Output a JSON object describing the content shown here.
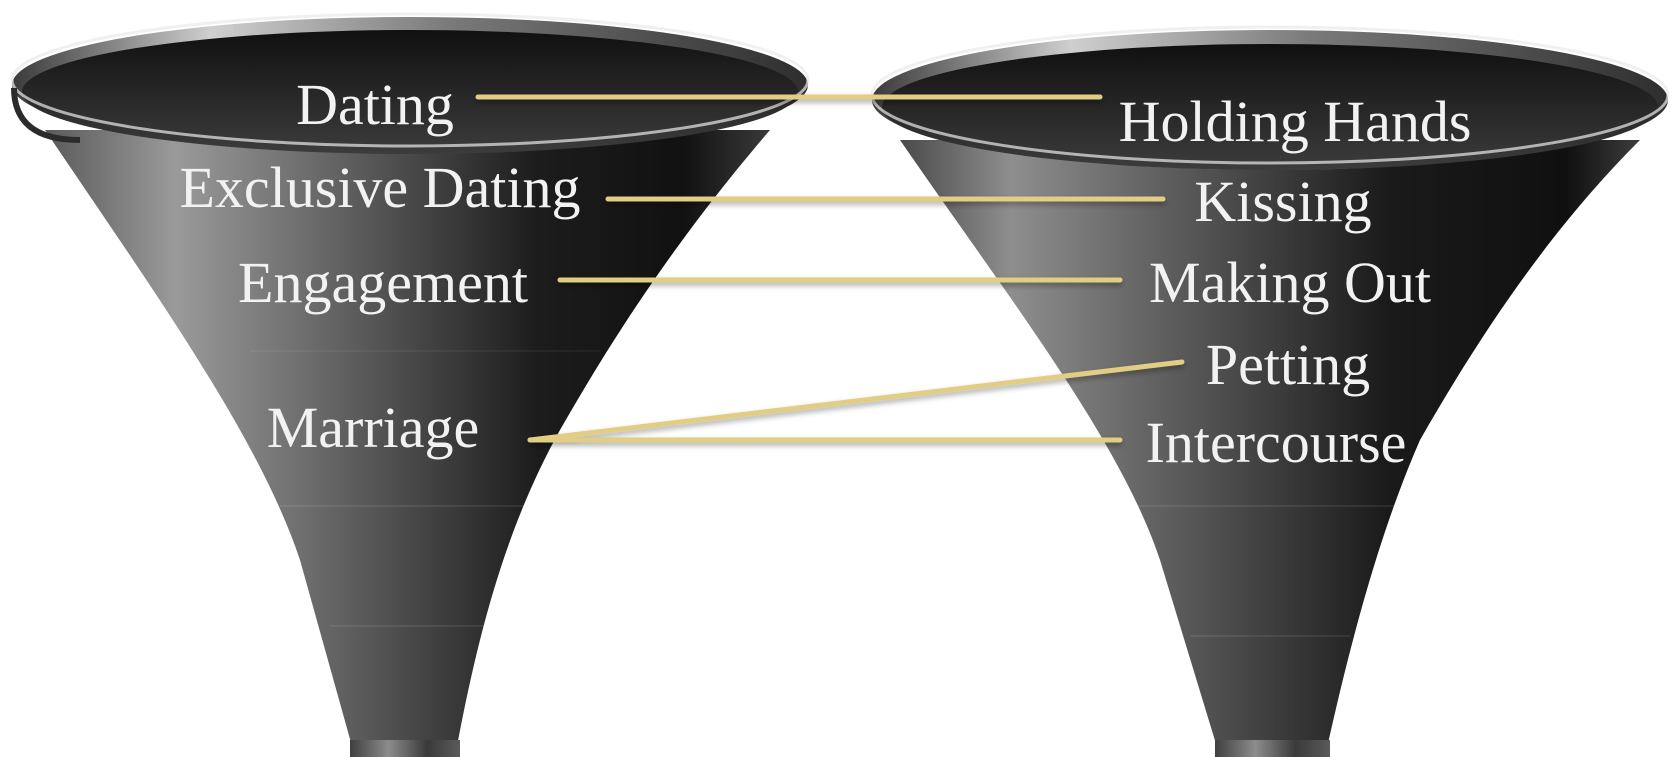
{
  "left_funnel": {
    "labels": [
      "Dating",
      "Exclusive Dating",
      "Engagement",
      "Marriage"
    ]
  },
  "right_funnel": {
    "labels": [
      "Holding Hands",
      "Kissing",
      "Making Out",
      "Petting",
      "Intercourse"
    ]
  },
  "connections": [
    {
      "from": "Dating",
      "to": "Holding Hands"
    },
    {
      "from": "Exclusive Dating",
      "to": "Kissing"
    },
    {
      "from": "Engagement",
      "to": "Making Out"
    },
    {
      "from": "Marriage",
      "to": "Petting"
    },
    {
      "from": "Marriage",
      "to": "Intercourse"
    }
  ],
  "colors": {
    "connector": "#e2cd85",
    "label": "#f2f2f2",
    "funnel_dark": "#1a1a1a",
    "funnel_light": "#8a8a8a"
  }
}
